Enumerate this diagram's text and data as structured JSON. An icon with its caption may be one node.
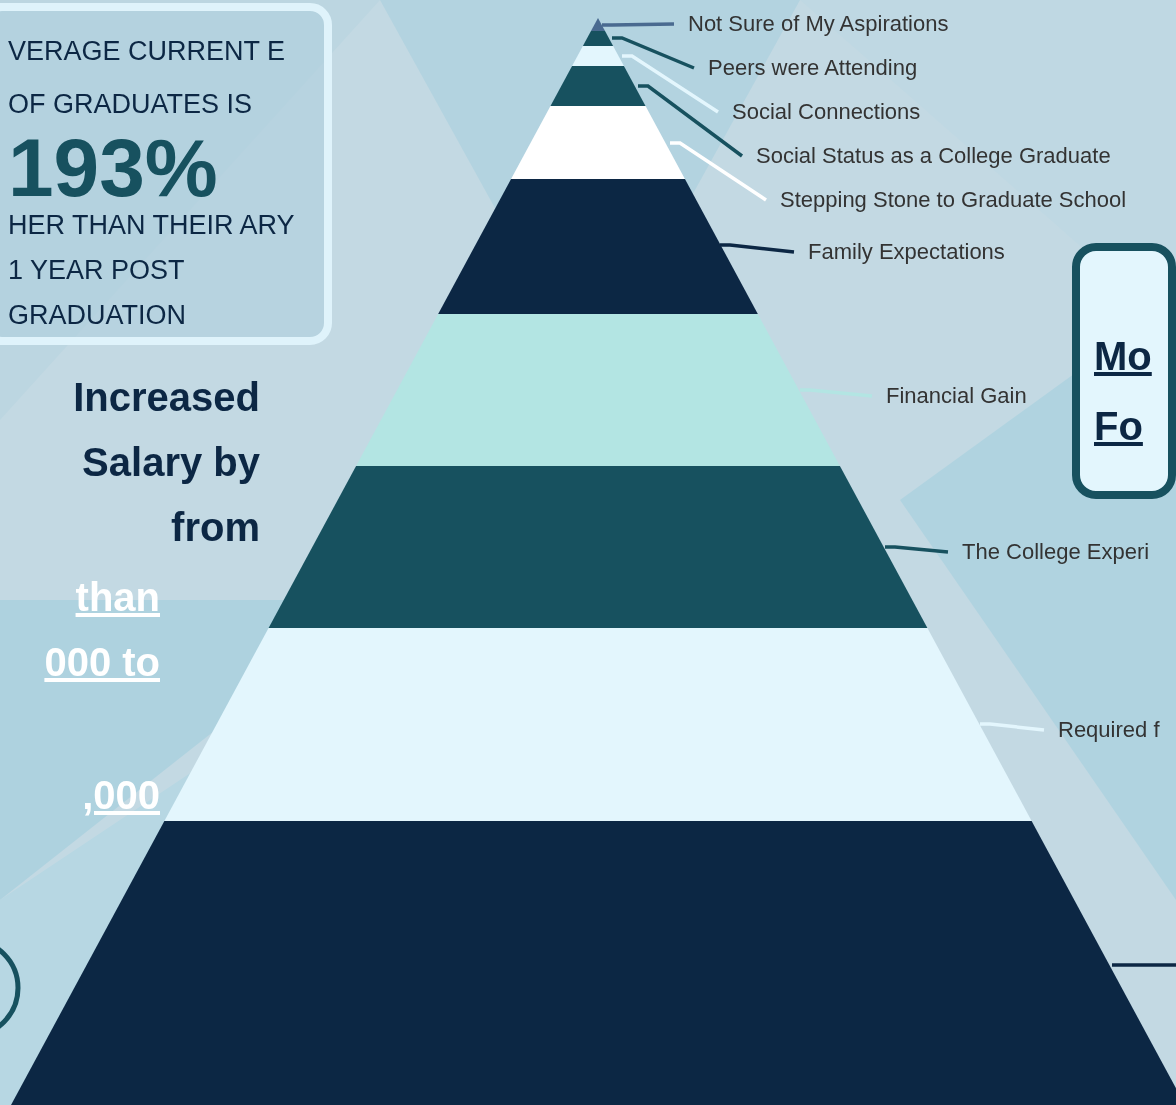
{
  "diagram": {
    "nodes": [
      {
        "text": [],
        "shape": "triangle"
      },
      {
        "text": [],
        "shape": "band"
      },
      {
        "text": [],
        "shape": "band"
      },
      {
        "text": [],
        "shape": "band"
      },
      {
        "text": [],
        "shape": "band"
      },
      {
        "text": [],
        "shape": "band"
      },
      {
        "text": [],
        "shape": "band"
      },
      {
        "text": [],
        "shape": "band"
      },
      {
        "text": [],
        "shape": "band"
      },
      {
        "text": [],
        "shape": "band"
      },
      {
        "text": [
          "Not Sure of My Aspirations"
        ]
      },
      {
        "text": [
          "Peers were Attending"
        ]
      },
      {
        "text": [
          "Social Connections"
        ]
      },
      {
        "text": [
          "Social Status as a College Graduate"
        ]
      },
      {
        "text": [
          "Stepping Stone to Graduate School"
        ]
      },
      {
        "text": [
          "Family Expectations"
        ]
      },
      {
        "text": [
          "Financial Gain"
        ]
      },
      {
        "text": [
          "The College Experi"
        ]
      },
      {
        "text": [
          "Required f"
        ]
      },
      {
        "text": [
          "VERAGE CURRENT E OF GRADUATES IS",
          "193%",
          "HER THAN THEIR ARY 1 YEAR POST GRADUATION"
        ]
      },
      {
        "text": [
          "Mo Fo"
        ]
      },
      {
        "text": [],
        "shape": "circle"
      }
    ],
    "edges": [
      {
        "from": 10,
        "to": 0,
        "arrow": "none",
        "color": "#4a6a90"
      },
      {
        "from": 11,
        "to": 1,
        "arrow": "none",
        "color": "#17515f"
      },
      {
        "from": 12,
        "to": 2,
        "arrow": "none",
        "color": "#e3f6fd"
      },
      {
        "from": 13,
        "to": 3,
        "arrow": "none",
        "color": "#17515f"
      },
      {
        "from": 14,
        "to": 4,
        "arrow": "none",
        "color": "#ffffff"
      },
      {
        "from": 15,
        "to": 5,
        "arrow": "none",
        "color": "#0c2744"
      },
      {
        "from": 16,
        "to": 6,
        "arrow": "none",
        "color": "#b3e5e3"
      },
      {
        "from": 17,
        "to": 7,
        "arrow": "none",
        "color": "#17515f"
      },
      {
        "from": 18,
        "to": 8,
        "arrow": "none",
        "color": "#e3f6fd"
      },
      {
        "from": null,
        "to": 9,
        "arrow": "none",
        "color": "#0c2744"
      }
    ],
    "labels": [
      "Increased Salary by from",
      "than 000 to",
      ",000"
    ]
  }
}
